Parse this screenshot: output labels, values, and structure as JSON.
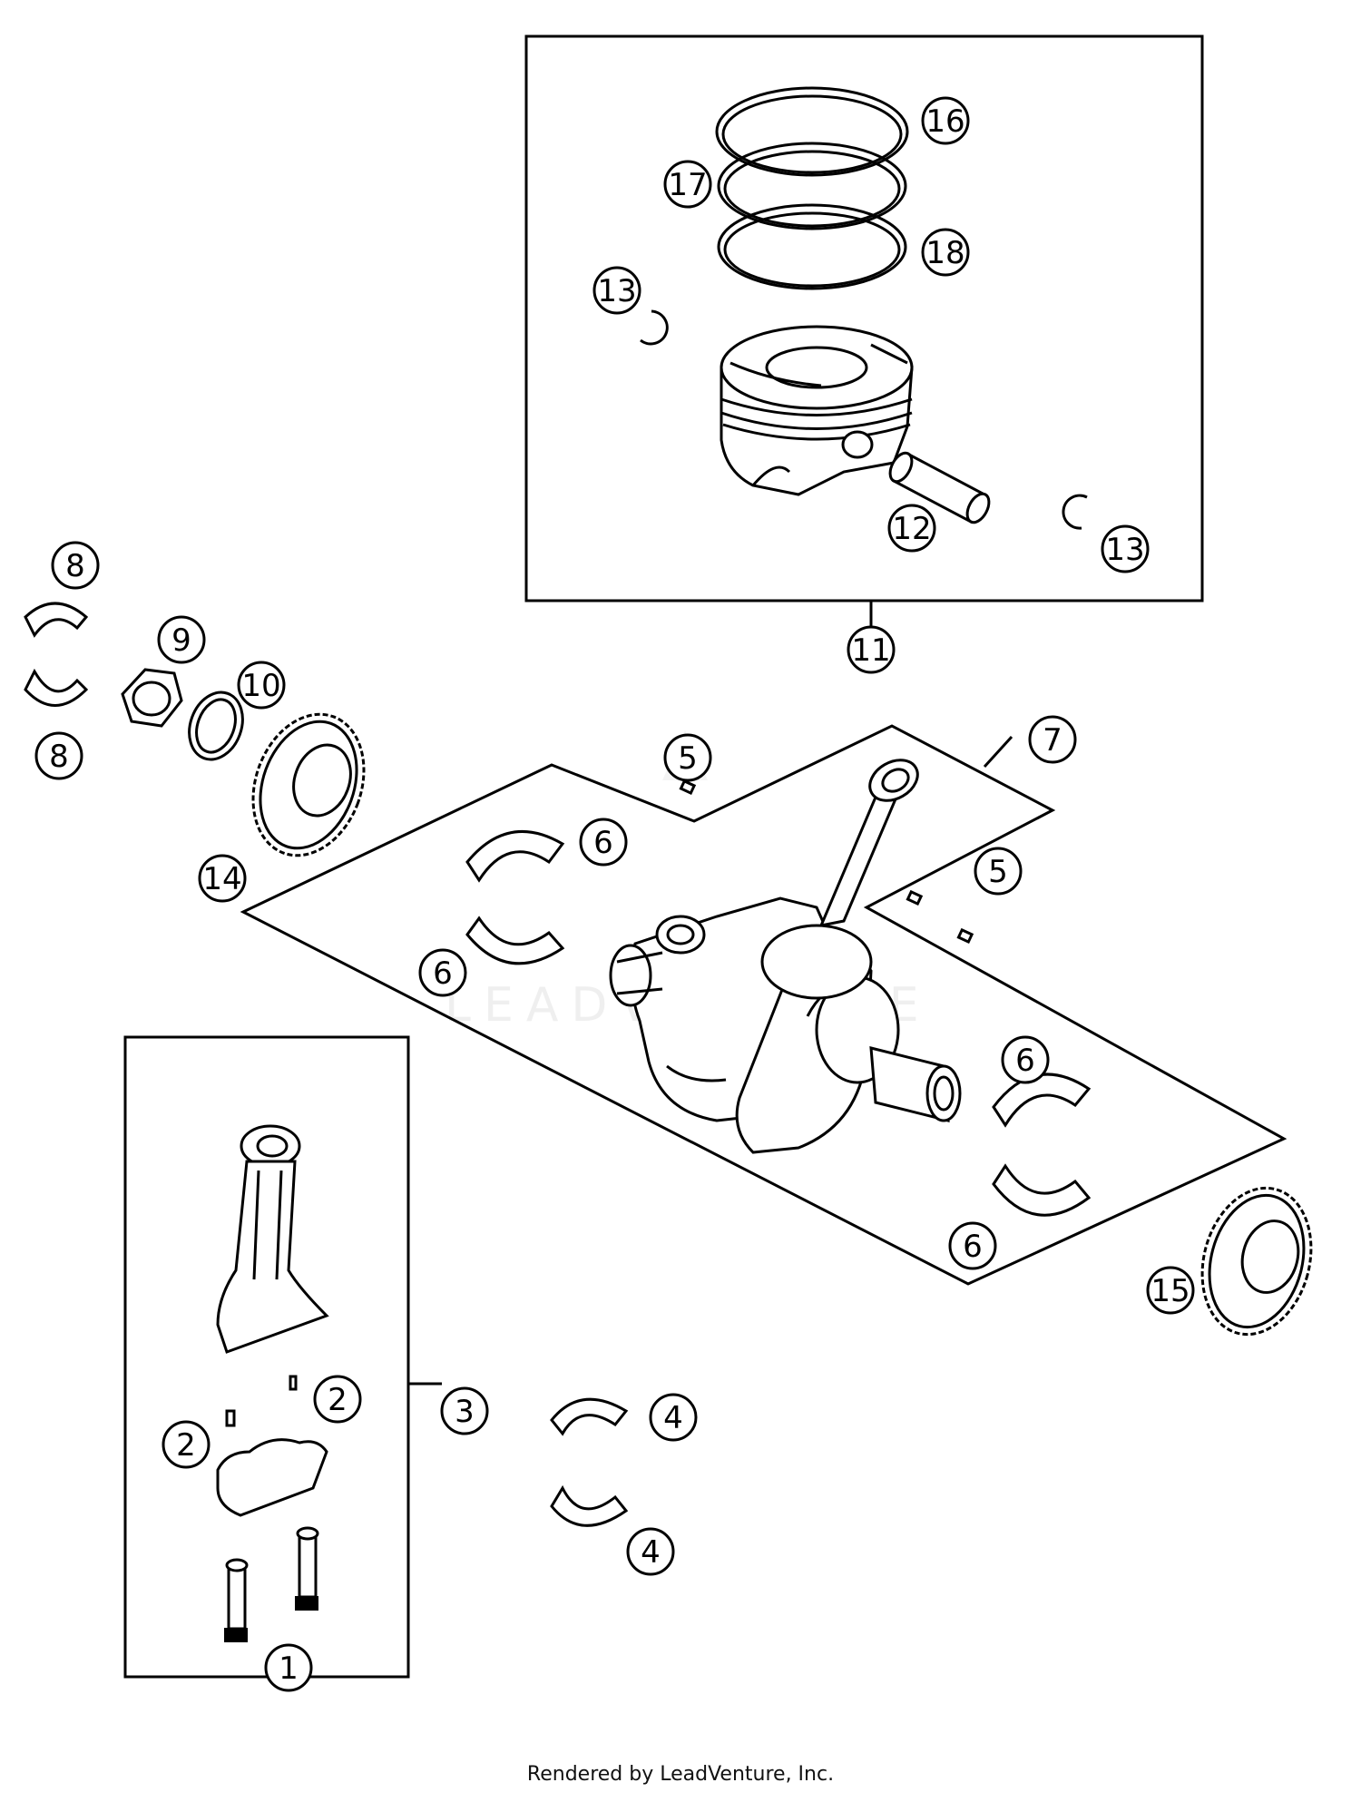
{
  "footer": "Rendered by LeadVenture, Inc.",
  "watermark": "LEADVENTURE",
  "callouts": [
    "1",
    "2",
    "3",
    "4",
    "5",
    "6",
    "7",
    "8",
    "9",
    "10",
    "11",
    "12",
    "13",
    "14",
    "15",
    "16",
    "17",
    "18"
  ]
}
